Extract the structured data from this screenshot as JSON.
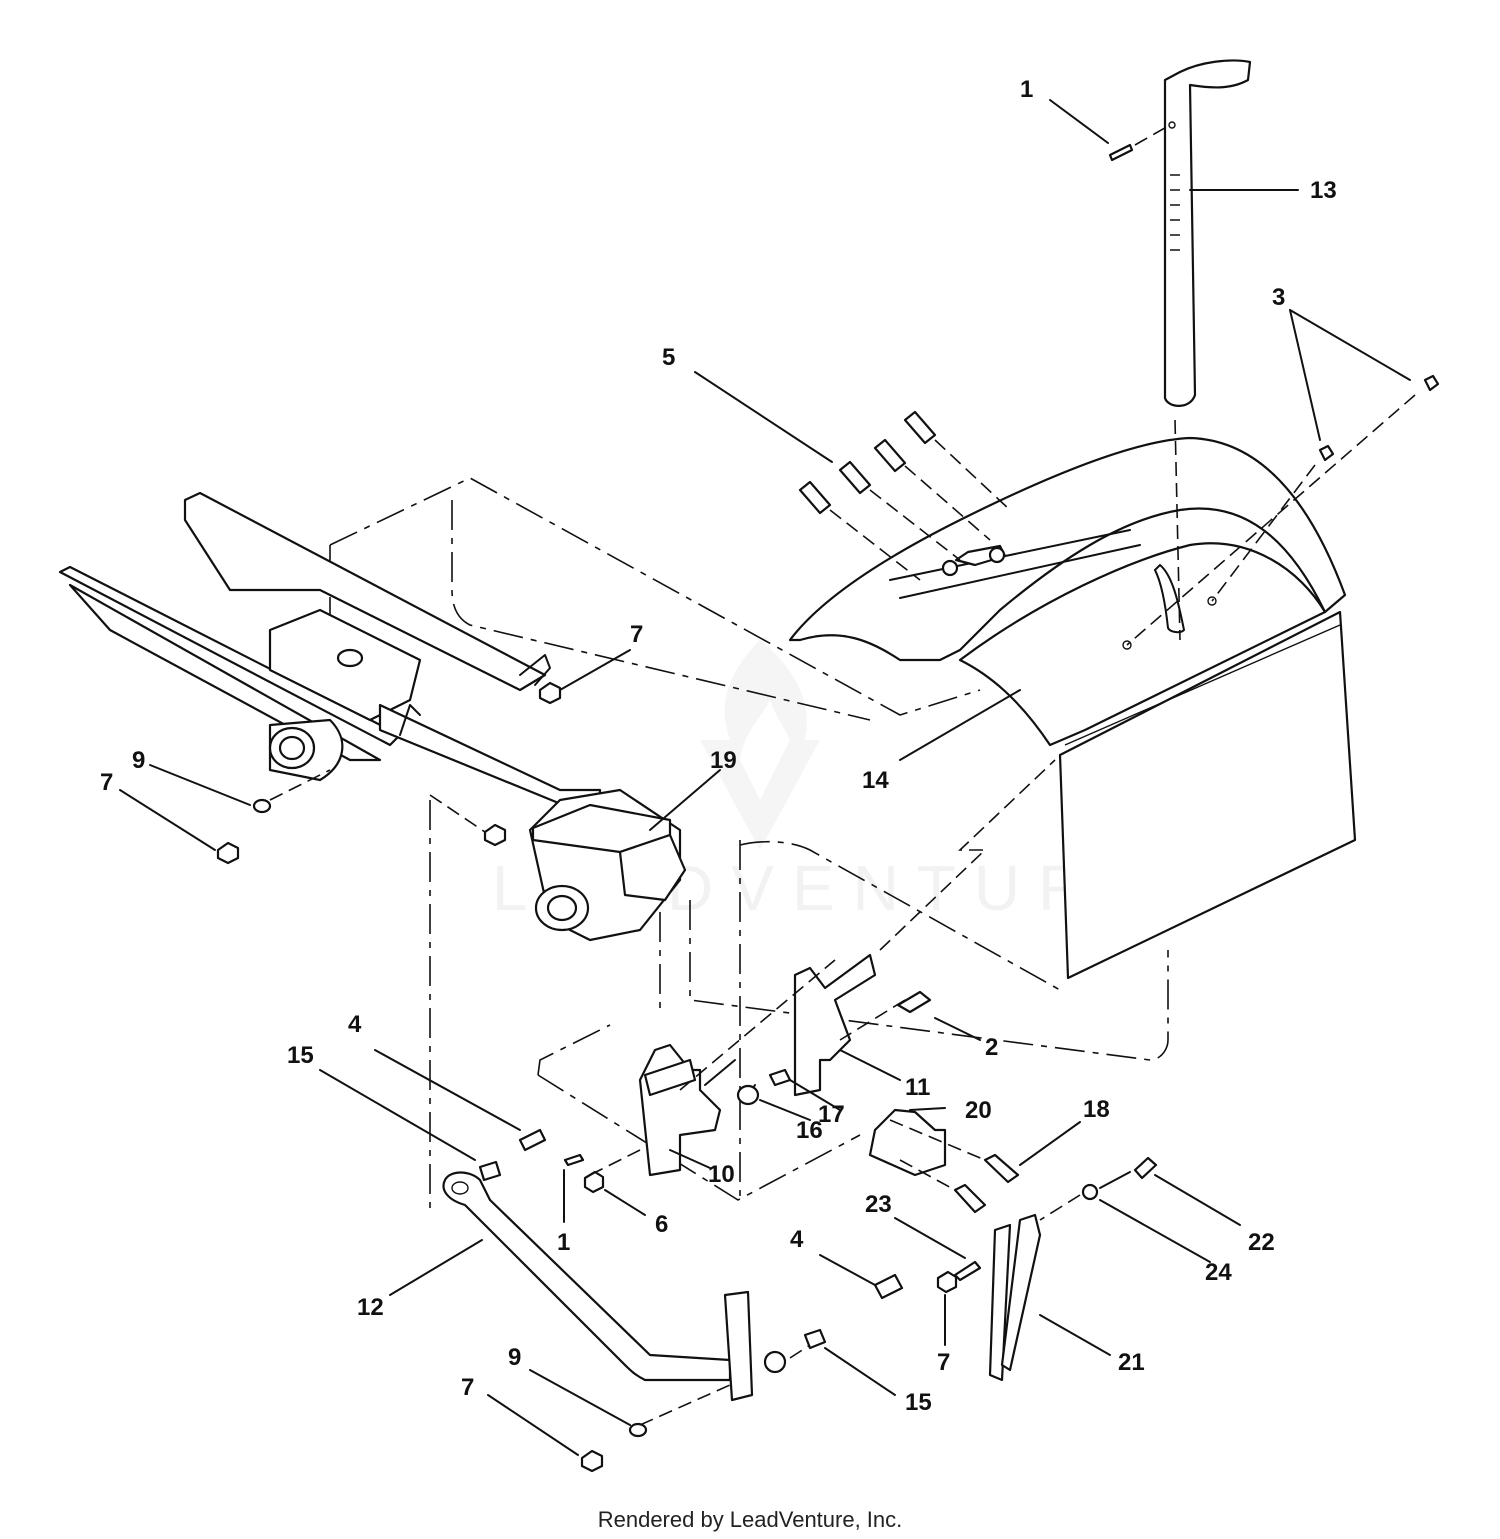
{
  "footer": "Rendered by LeadVenture, Inc.",
  "watermark": "LEADVENTURE",
  "callouts": [
    "1",
    "13",
    "3",
    "5",
    "7",
    "9",
    "7",
    "19",
    "14",
    "4",
    "15",
    "2",
    "11",
    "20",
    "17",
    "16",
    "18",
    "10",
    "1",
    "6",
    "23",
    "22",
    "24",
    "12",
    "4",
    "7",
    "21",
    "9",
    "15",
    "7"
  ]
}
